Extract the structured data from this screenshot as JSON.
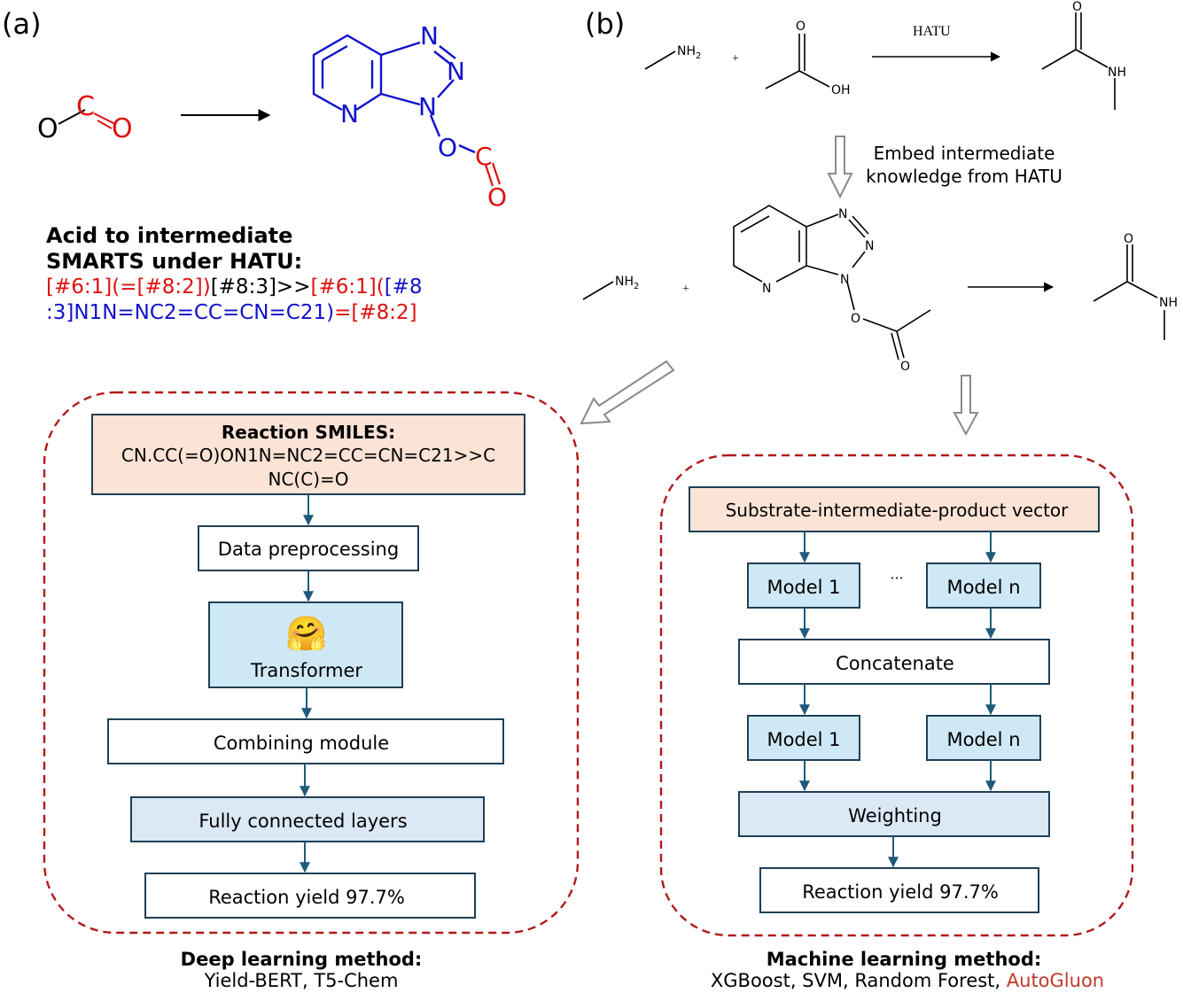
{
  "panel_a": {
    "label": "(a)",
    "heading_line1": "Acid to intermediate",
    "heading_line2": "SMARTS under HATU:",
    "smarts_l1_p1": "[#6:1](=[#8:2])",
    "smarts_l1_p2": "[#8:3]>>",
    "smarts_l1_p3": "[#6:1](",
    "smarts_l1_p4": "[#8",
    "smarts_l2_p1": ":3]N1N=NC2=CC=CN=C21)",
    "smarts_l2_p2": "=[#8:2]",
    "atoms": {
      "O": "O",
      "C": "C",
      "N": "N"
    }
  },
  "panel_b": {
    "label": "(b)",
    "reagent": "HATU",
    "plus": "+",
    "embed_line1": "Embed intermediate",
    "embed_line2": "knowledge from HATU",
    "atoms": {
      "NH2": "NH",
      "sub2": "2",
      "O": "O",
      "OH": "OH",
      "NH": "NH",
      "N": "N"
    }
  },
  "deep": {
    "smiles_title": "Reaction SMILES:",
    "smiles_line1": "CN.CC(=O)ON1N=NC2=CC=CN=C21>>C",
    "smiles_line2": "NC(C)=O",
    "preprocessing": "Data preprocessing",
    "transformer_emoji": "🤗",
    "transformer": "Transformer",
    "combining": "Combining module",
    "fully_connected": "Fully connected layers",
    "yield": "Reaction yield 97.7%",
    "caption_title": "Deep learning method:",
    "caption_models": "Yield-BERT, T5-Chem"
  },
  "ml": {
    "vector": "Substrate-intermediate-product vector",
    "model1": "Model 1",
    "ellipsis": "···",
    "modeln": "Model n",
    "concatenate": "Concatenate",
    "weighting": "Weighting",
    "yield": "Reaction yield 97.7%",
    "caption_title": "Machine learning method:",
    "caption_models": "XGBoost, SVM, Random Forest, ",
    "caption_highlight": "AutoGluon"
  },
  "colors": {
    "red_atom": "#dd1111",
    "blue_atom": "#1111cc",
    "dashed_border": "#b01a1a",
    "smiles_box_fill": "#fbe3d6",
    "model_box_fill": "#cfe8f5",
    "layer_box_fill": "#dbe8f6",
    "flow_arrow": "#1f5a7a",
    "hollow_arrow": "#8a8a8a"
  }
}
